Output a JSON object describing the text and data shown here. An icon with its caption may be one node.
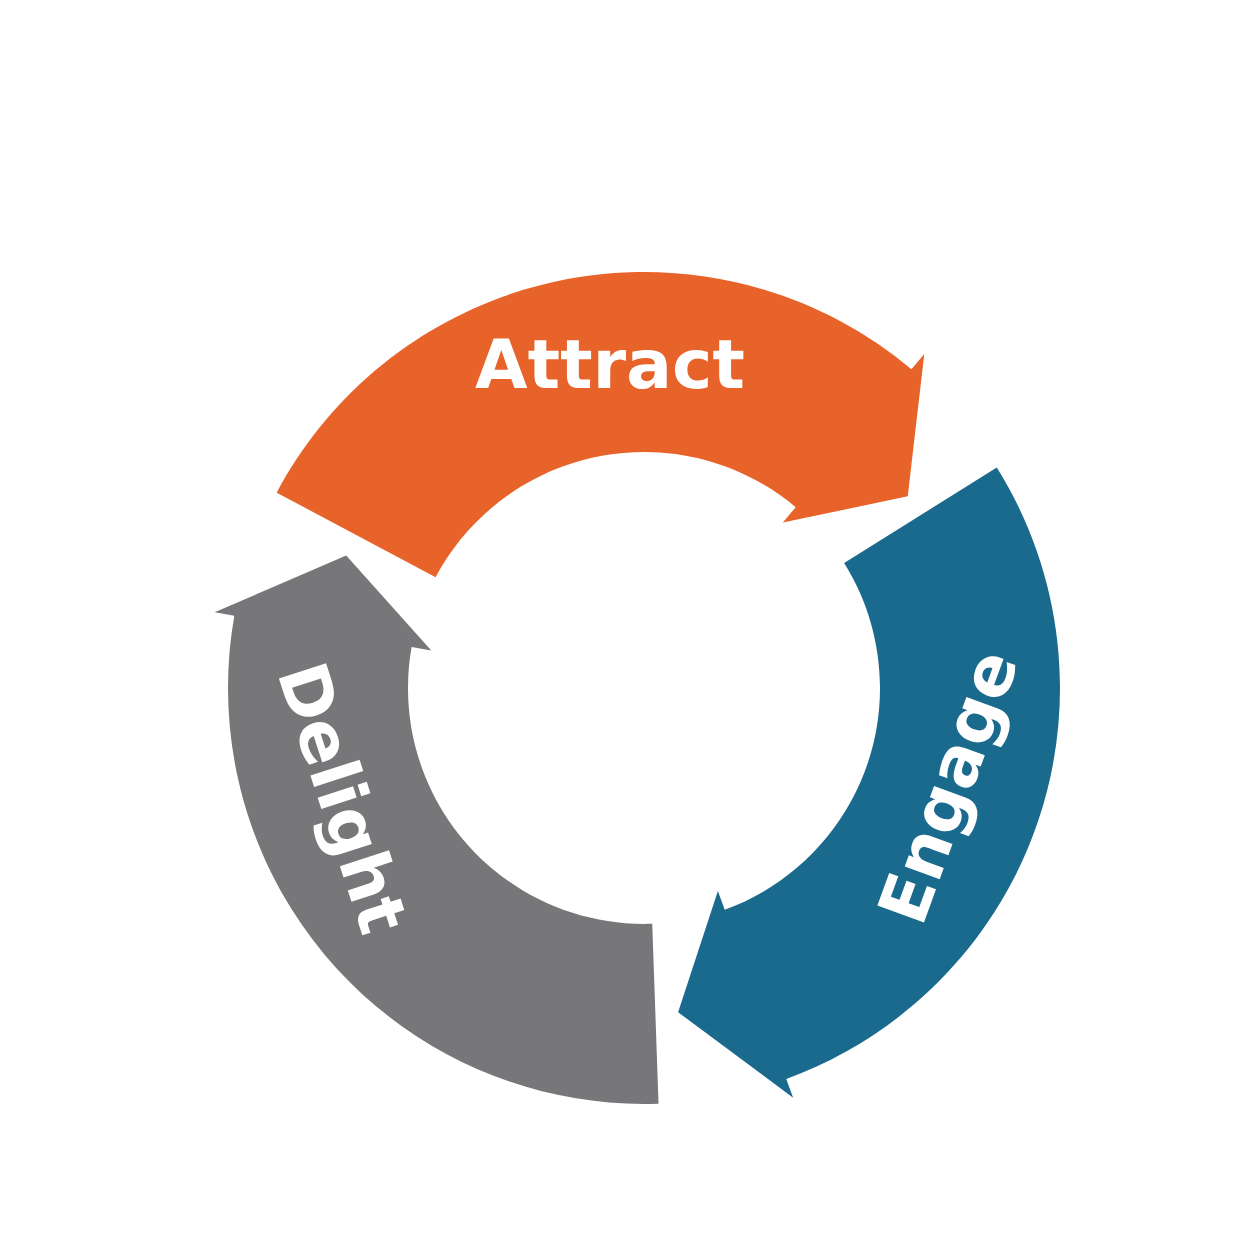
{
  "diagram": {
    "nodes": [
      {
        "text": [
          "Attract"
        ]
      },
      {
        "text": [
          "Engage"
        ]
      },
      {
        "text": [
          "Delight"
        ]
      }
    ]
  }
}
